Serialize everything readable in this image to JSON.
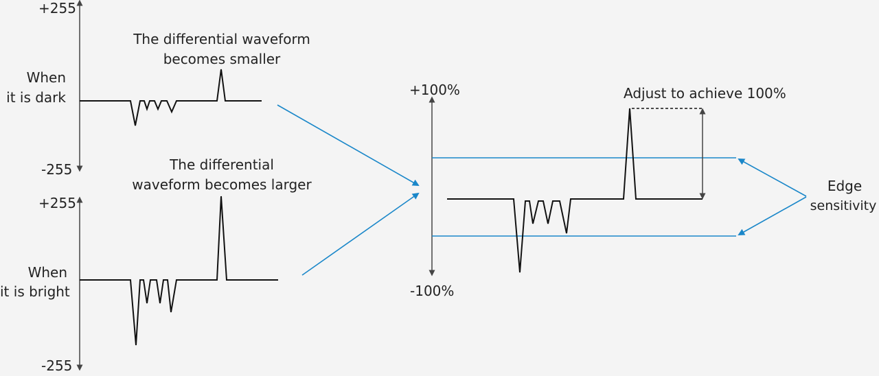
{
  "dark_panel": {
    "axis_top": "+255",
    "axis_bottom": "-255",
    "condition_line1": "When",
    "condition_line2": "it is dark",
    "note_line1": "The differential waveform",
    "note_line2": "becomes smaller"
  },
  "bright_panel": {
    "axis_top": "+255",
    "axis_bottom": "-255",
    "condition_line1": "When",
    "condition_line2": "it is bright",
    "note_line1": "The differential",
    "note_line2": "waveform becomes larger"
  },
  "normalized_panel": {
    "axis_top": "+100%",
    "axis_bottom": "-100%",
    "adjust_note": "Adjust to achieve 100%",
    "threshold_label_line1": "Edge",
    "threshold_label_line2": "sensitivity"
  },
  "colors": {
    "waveform": "#111111",
    "axis": "#444444",
    "threshold": "#1a87c9",
    "background": "#f4f4f4"
  }
}
